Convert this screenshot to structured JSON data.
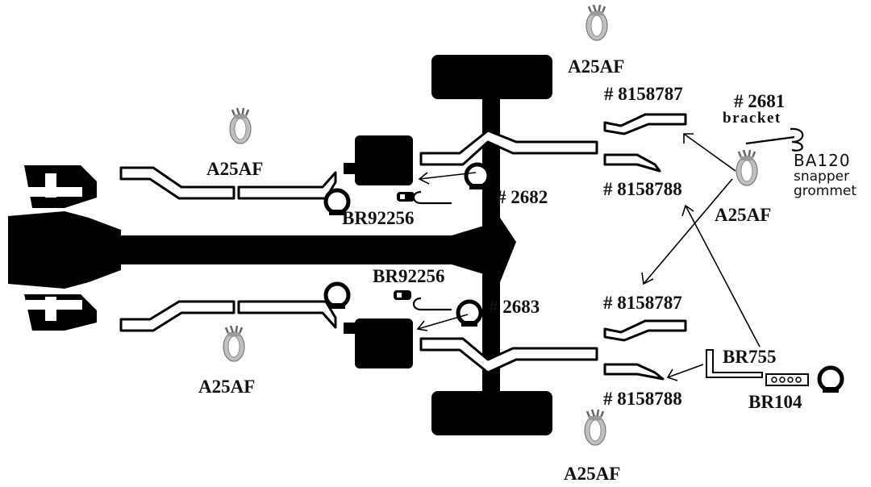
{
  "labels": {
    "a25af_top": "A25AF",
    "a25af_left_upper": "A25AF",
    "a25af_left_lower": "A25AF",
    "a25af_right_mid": "A25AF",
    "a25af_bottom": "A25AF",
    "pn_8158787_top": "# 8158787",
    "pn_8158788_top": "# 8158788",
    "pn_8158787_bottom": "# 8158787",
    "pn_8158788_bottom": "# 8158788",
    "pn_2681": "# 2681",
    "bracket": "bracket",
    "ba120": "BA120",
    "snapper": "snapper",
    "grommet": "grommet",
    "pn_2682": "# 2682",
    "pn_2683": "# 2683",
    "br92256_upper": "BR92256",
    "br92256_lower": "BR92256",
    "br755": "BR755",
    "br104": "BR104"
  },
  "colors": {
    "ink": "#000000",
    "clamp": "#bfbfbf"
  }
}
